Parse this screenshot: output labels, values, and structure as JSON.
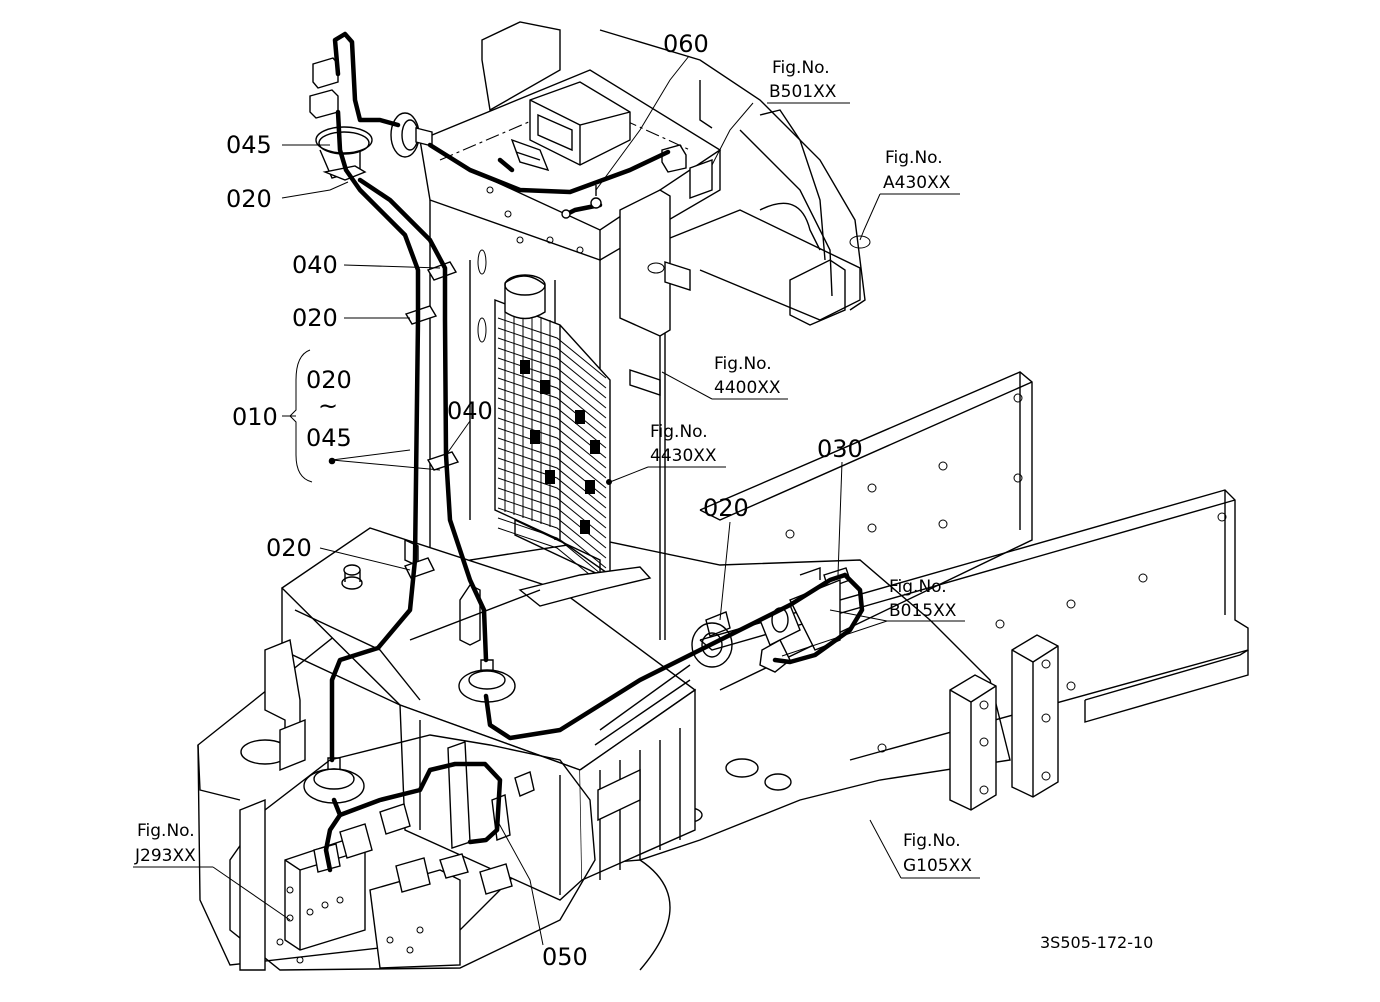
{
  "diagram": {
    "part_labels": {
      "p060": "060",
      "p045_top": "045",
      "p020_a": "020",
      "p040_a": "040",
      "p020_b": "020",
      "p020_range": "020",
      "p010": "010",
      "p045_range": "045",
      "p040_b": "040",
      "p020_c": "020",
      "p020_d": "020",
      "p030": "030",
      "p050": "050"
    },
    "range_tilde": "~",
    "figure_refs": [
      {
        "prefix": "Fig.No.",
        "code": "B501XX"
      },
      {
        "prefix": "Fig.No.",
        "code": "A430XX"
      },
      {
        "prefix": "Fig.No.",
        "code": "4400XX"
      },
      {
        "prefix": "Fig.No.",
        "code": "4430XX"
      },
      {
        "prefix": "Fig.No.",
        "code": "B015XX"
      },
      {
        "prefix": "Fig.No.",
        "code": "J293XX"
      },
      {
        "prefix": "Fig.No.",
        "code": "G105XX"
      }
    ],
    "drawing_code": "3S505-172-10"
  }
}
